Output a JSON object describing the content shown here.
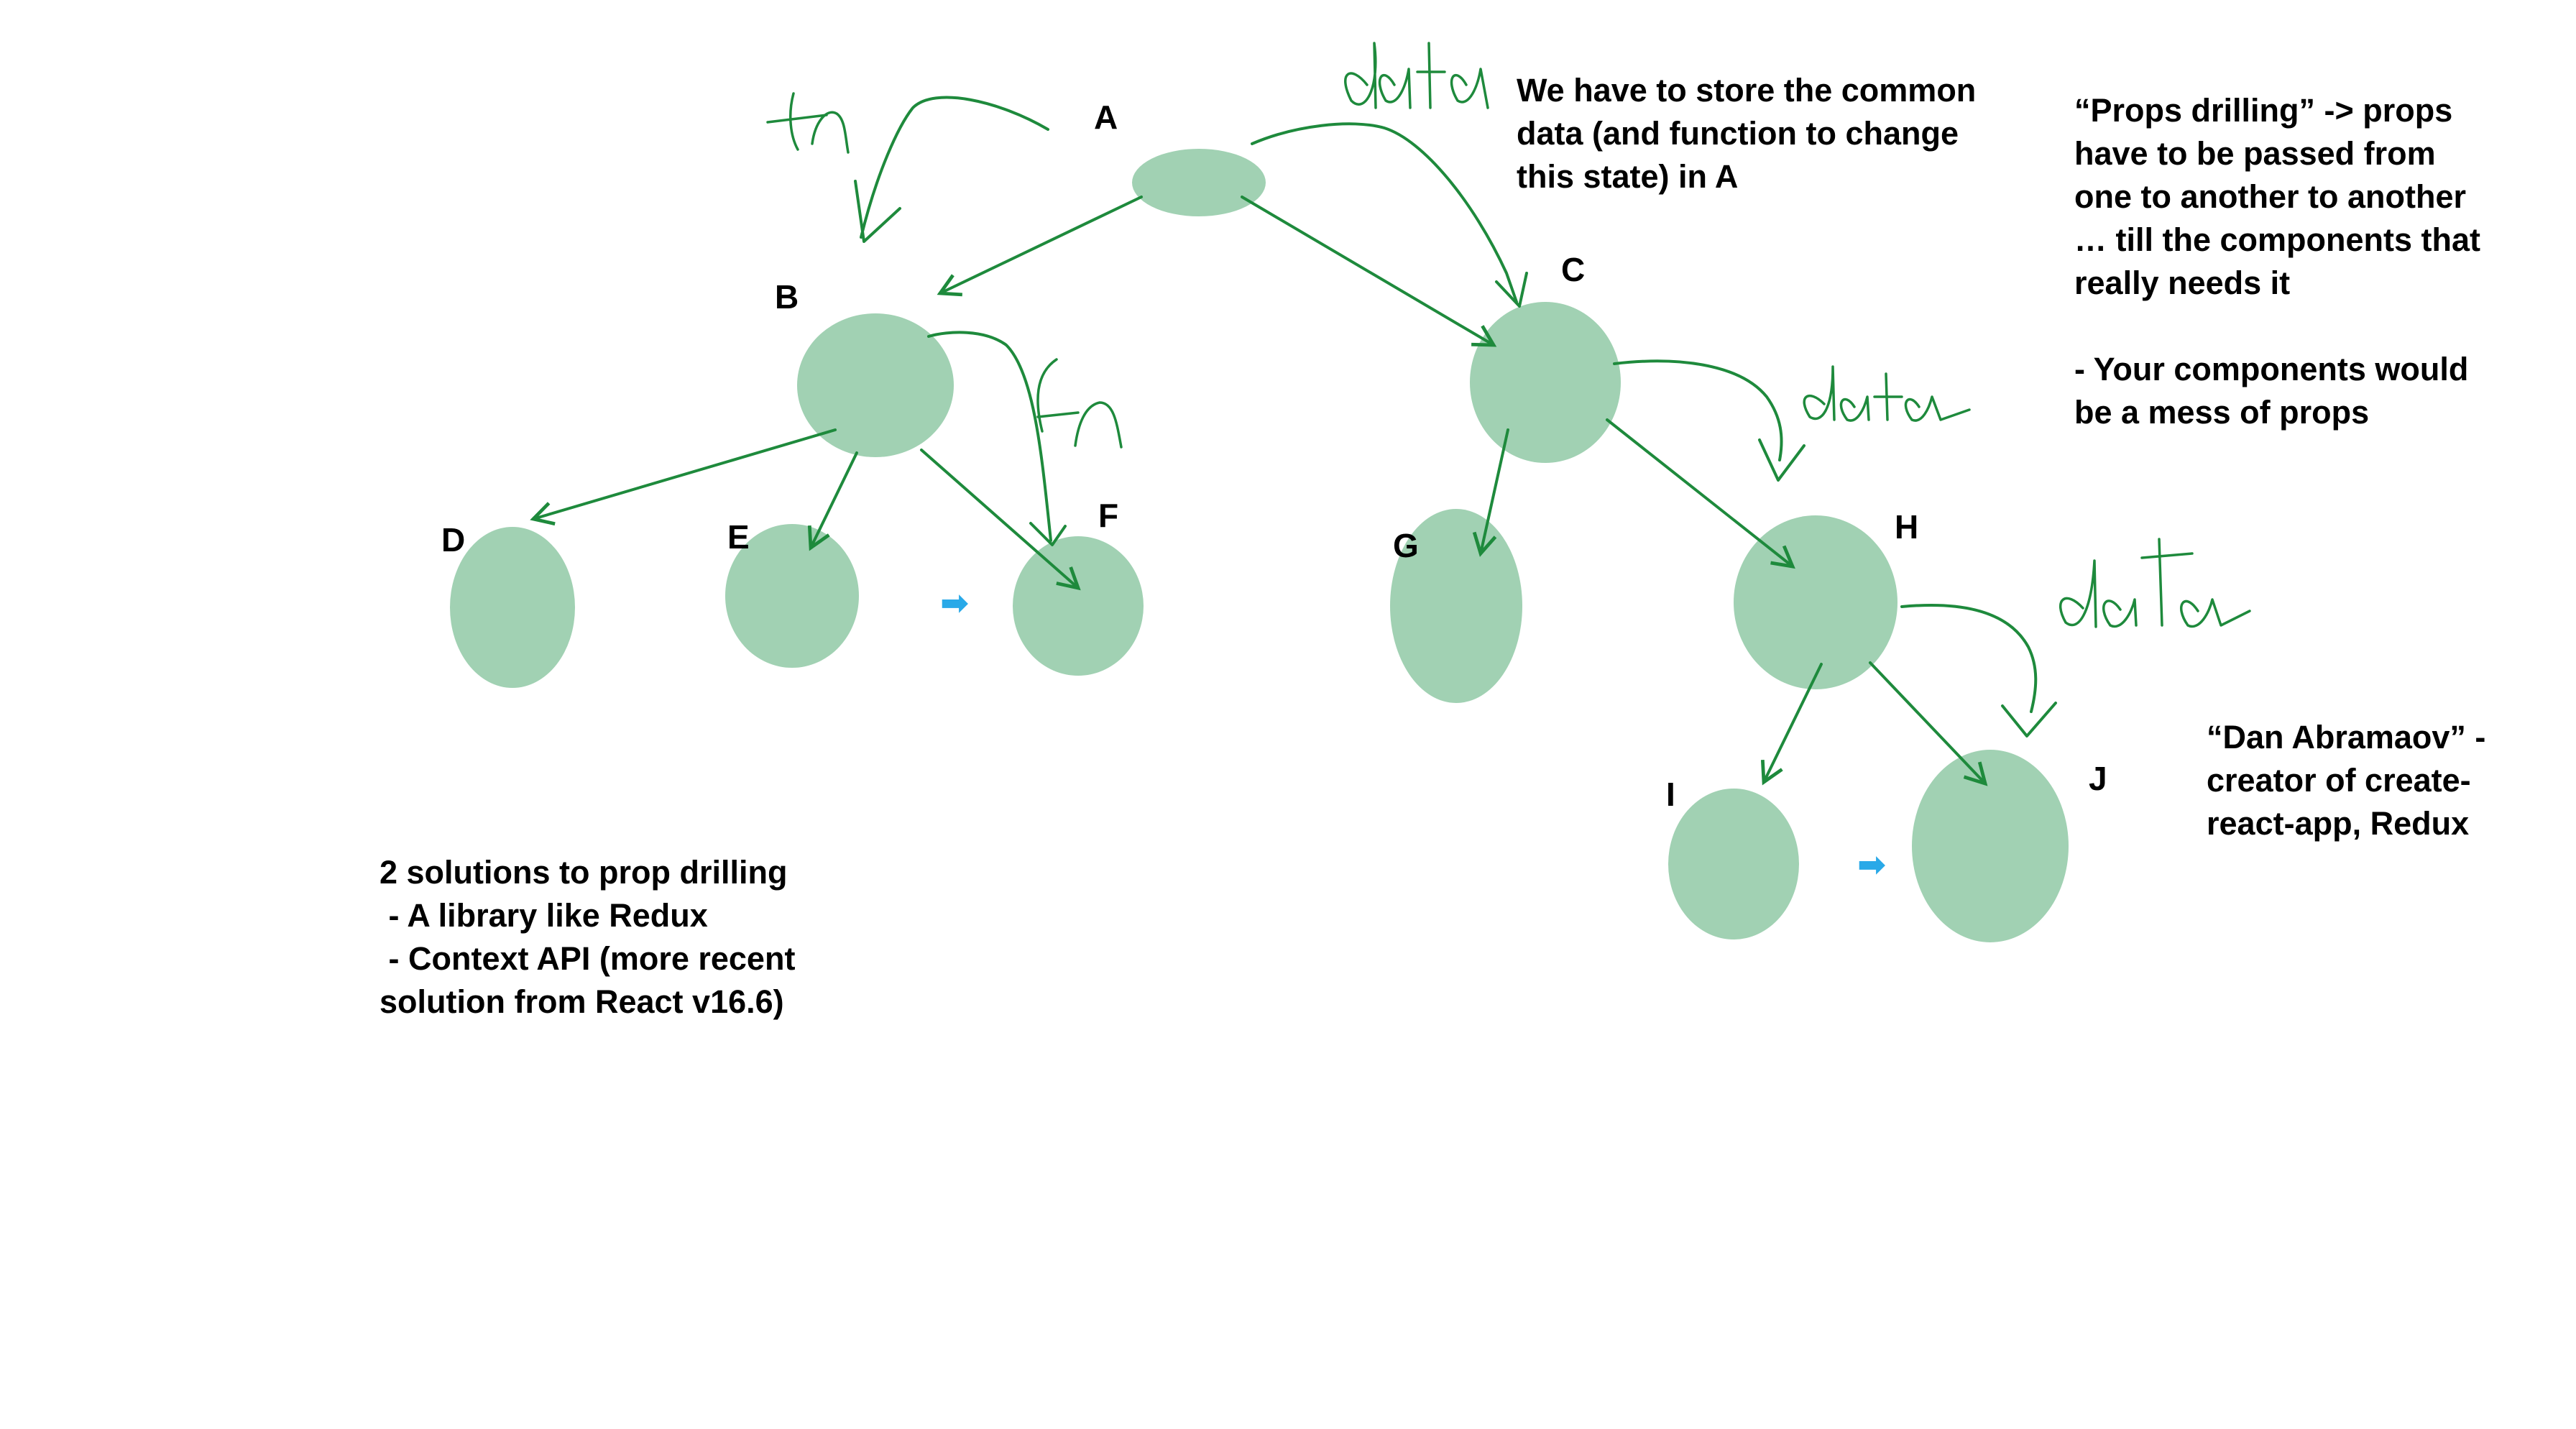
{
  "nodes": {
    "A": {
      "label": "A"
    },
    "B": {
      "label": "B"
    },
    "C": {
      "label": "C"
    },
    "D": {
      "label": "D"
    },
    "E": {
      "label": "E"
    },
    "F": {
      "label": "F"
    },
    "G": {
      "label": "G"
    },
    "H": {
      "label": "H"
    },
    "I": {
      "label": "I"
    },
    "J": {
      "label": "J"
    }
  },
  "handwriting": {
    "fn_a": "fn",
    "data_a": "data",
    "fn_b": "fn",
    "data_c": "data",
    "data_h": "data"
  },
  "notes": {
    "store_note": [
      "We have to store the common",
      "data (and function to change",
      "this state) in A"
    ],
    "props_drilling": [
      "“Props drilling” -> props",
      "have to be passed from",
      "one to another to another",
      "… till the components that",
      "really needs it",
      "",
      "- Your components would",
      "be a mess of props"
    ],
    "dan": [
      "“Dan Abramaov” -",
      "creator of create-",
      "react-app, Redux"
    ],
    "solutions": [
      "2 solutions to prop drilling",
      " - A library like Redux",
      " - Context API (more recent",
      "solution from React v16.6)"
    ]
  },
  "colors": {
    "node_fill": "#a1d1b3",
    "arrow_green": "#1e8a3c",
    "accent_blue": "#29a9e8",
    "text": "#000000"
  },
  "icons": {
    "blue_arrow_1": "right-arrow-icon",
    "blue_arrow_2": "right-arrow-icon"
  }
}
